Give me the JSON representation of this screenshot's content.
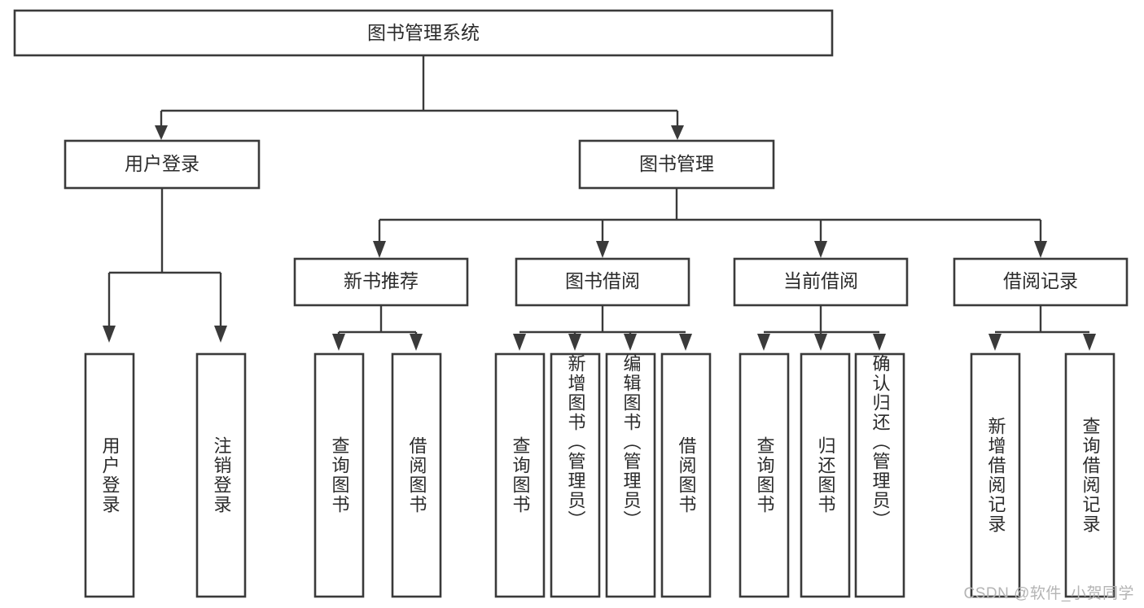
{
  "diagram": {
    "type": "tree",
    "title": "图书管理系统",
    "orientation": "top-down",
    "colors": {
      "line": "#3a3a3a",
      "box_fill": "#ffffff",
      "text": "#2b2b2b",
      "background": "#ffffff",
      "watermark": "#b4b4b4"
    },
    "root": {
      "label": "图书管理系统"
    },
    "level2": [
      {
        "label": "用户登录"
      },
      {
        "label": "图书管理"
      }
    ],
    "level3": [
      {
        "label": "新书推荐"
      },
      {
        "label": "图书借阅"
      },
      {
        "label": "当前借阅"
      },
      {
        "label": "借阅记录"
      }
    ],
    "leaves": {
      "user_login": [
        {
          "label": "用户登录"
        },
        {
          "label": "注销登录"
        }
      ],
      "new_book_recommend": [
        {
          "label": "查询图书"
        },
        {
          "label": "借阅图书"
        }
      ],
      "book_borrow": [
        {
          "label": "查询图书"
        },
        {
          "label": "新增图书（管理员）"
        },
        {
          "label": "编辑图书（管理员）"
        },
        {
          "label": "借阅图书"
        }
      ],
      "current_borrow": [
        {
          "label": "查询图书"
        },
        {
          "label": "归还图书"
        },
        {
          "label": "确认归还（管理员）"
        }
      ],
      "borrow_record": [
        {
          "label": "新增借阅记录"
        },
        {
          "label": "查询借阅记录"
        }
      ]
    }
  },
  "watermark": {
    "text": "CSDN @软件_小贺同学"
  }
}
